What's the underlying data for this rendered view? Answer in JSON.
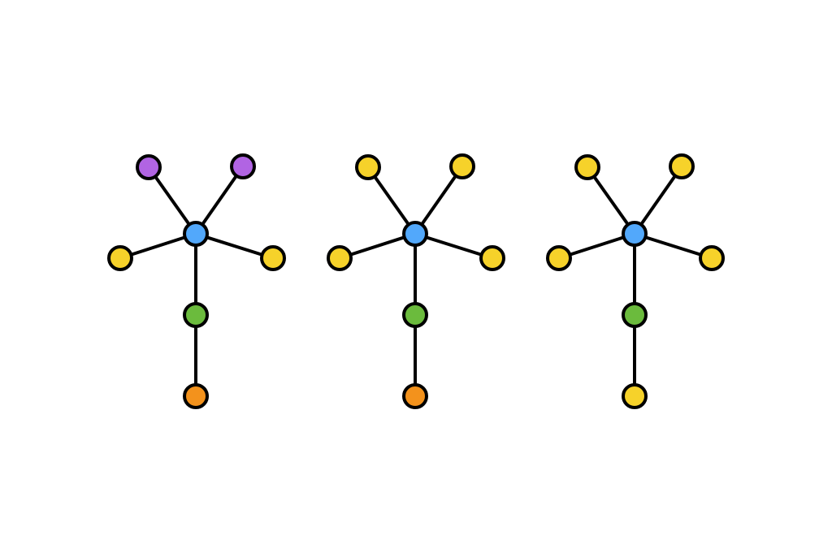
{
  "colors": {
    "purple": "#b164e3",
    "yellow": "#f6d22a",
    "blue": "#52a8fb",
    "green": "#6bbb3d",
    "orange": "#f3921c",
    "edge": "#000000"
  },
  "node_roles": [
    "upper-left",
    "upper-right",
    "center",
    "left",
    "right",
    "middle",
    "bottom"
  ],
  "edges": [
    [
      "center",
      "upper-left"
    ],
    [
      "center",
      "upper-right"
    ],
    [
      "center",
      "left"
    ],
    [
      "center",
      "right"
    ],
    [
      "center",
      "middle"
    ],
    [
      "middle",
      "bottom"
    ]
  ],
  "graphs": [
    {
      "upper-left": "purple",
      "upper-right": "purple",
      "center": "blue",
      "left": "yellow",
      "right": "yellow",
      "middle": "green",
      "bottom": "orange"
    },
    {
      "upper-left": "yellow",
      "upper-right": "yellow",
      "center": "blue",
      "left": "yellow",
      "right": "yellow",
      "middle": "green",
      "bottom": "orange"
    },
    {
      "upper-left": "yellow",
      "upper-right": "yellow",
      "center": "blue",
      "left": "yellow",
      "right": "yellow",
      "middle": "green",
      "bottom": "yellow"
    }
  ]
}
